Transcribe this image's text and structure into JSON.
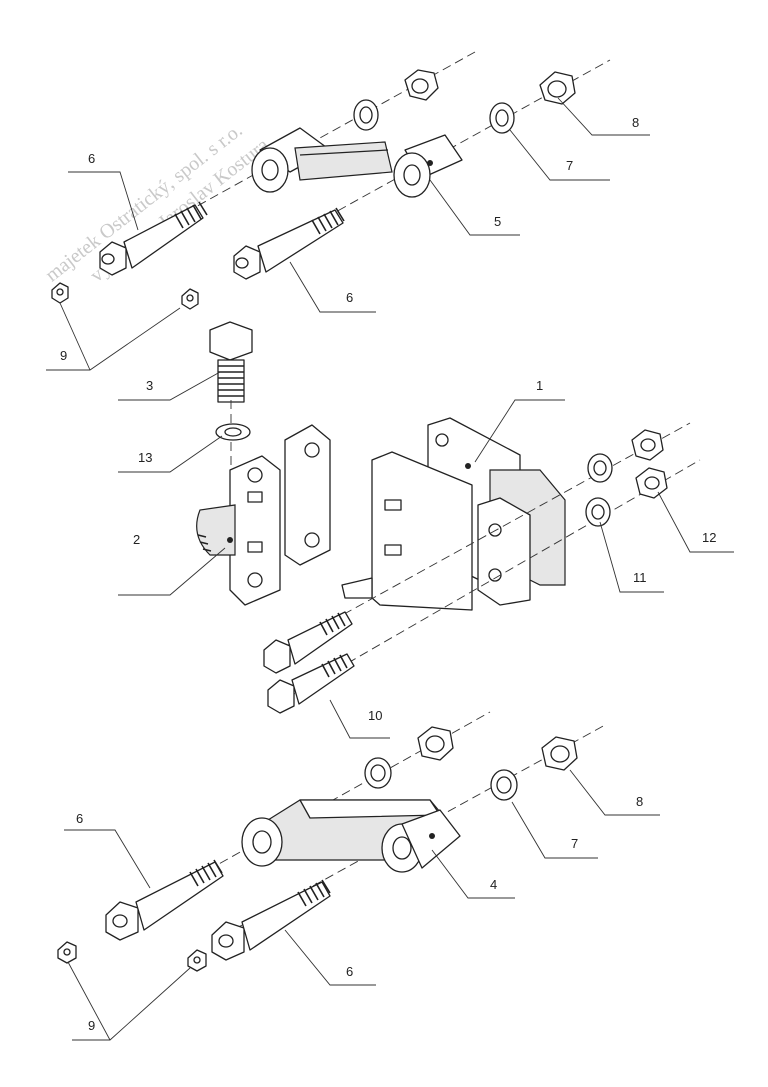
{
  "watermark": {
    "line1": "majetek Ostratický, spol. s r.o.",
    "line2": "vydal Ing. Jaroslav Kostura"
  },
  "labels": [
    {
      "id": "lbl-6-top",
      "text": "6"
    },
    {
      "id": "lbl-8-top",
      "text": "8"
    },
    {
      "id": "lbl-7-top",
      "text": "7"
    },
    {
      "id": "lbl-5",
      "text": "5"
    },
    {
      "id": "lbl-6-mid",
      "text": "6"
    },
    {
      "id": "lbl-9-top",
      "text": "9"
    },
    {
      "id": "lbl-3",
      "text": "3"
    },
    {
      "id": "lbl-1",
      "text": "1"
    },
    {
      "id": "lbl-13",
      "text": "13"
    },
    {
      "id": "lbl-2",
      "text": "2"
    },
    {
      "id": "lbl-12",
      "text": "12"
    },
    {
      "id": "lbl-11",
      "text": "11"
    },
    {
      "id": "lbl-10",
      "text": "10"
    },
    {
      "id": "lbl-8-bot",
      "text": "8"
    },
    {
      "id": "lbl-6-bot-left",
      "text": "6"
    },
    {
      "id": "lbl-7-bot",
      "text": "7"
    },
    {
      "id": "lbl-4",
      "text": "4"
    },
    {
      "id": "lbl-6-bot-right",
      "text": "6"
    },
    {
      "id": "lbl-9-bot",
      "text": "9"
    }
  ],
  "colors": {
    "line": "#222222",
    "part_fill": "#ffffff",
    "shade": "#e6e6e6",
    "watermark": "#c9c9c9"
  }
}
